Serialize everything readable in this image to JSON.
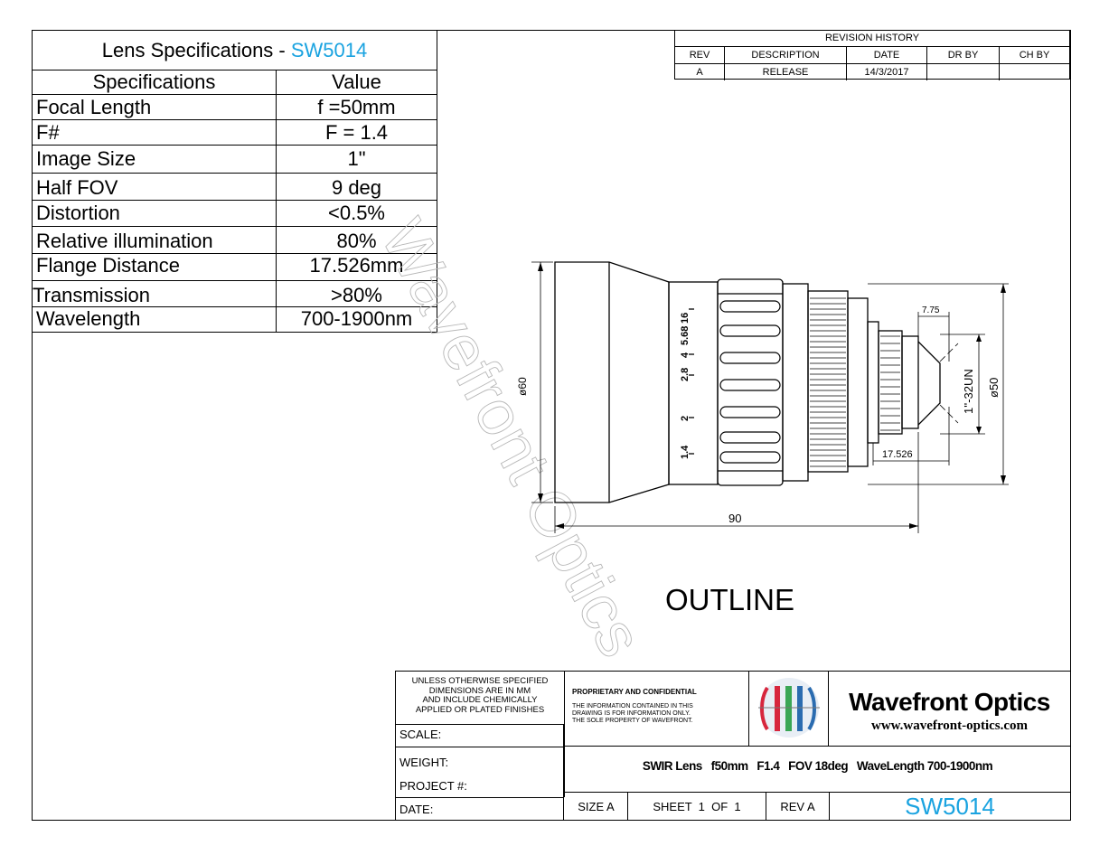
{
  "spec_table": {
    "title_prefix": "Lens Specifications - ",
    "title_code": "SW5014",
    "header_key": "Specifications",
    "header_value": "Value",
    "rows": [
      {
        "k": "Focal Length",
        "v": "f =50mm"
      },
      {
        "k": "F#",
        "v": "F = 1.4"
      },
      {
        "k": "Image Size",
        "v": "1\""
      },
      {
        "k": "Half FOV",
        "v": "9 deg"
      },
      {
        "k": "Distortion",
        "v": "<0.5%"
      },
      {
        "k": "Relative illumination",
        "v": "80%"
      },
      {
        "k": "Flange Distance",
        "v": "17.526mm"
      },
      {
        "k": "Transmission",
        "v": ">80%"
      },
      {
        "k": "Wavelength",
        "v": "700-1900nm"
      }
    ]
  },
  "revision": {
    "caption": "REVISION HISTORY",
    "headers": [
      "REV",
      "DESCRIPTION",
      "DATE",
      "DR BY",
      "CH BY"
    ],
    "row": [
      "A",
      "RELEASE",
      "14/3/2017",
      "",
      ""
    ]
  },
  "drawing": {
    "title": "OUTLINE",
    "watermark": "Wavefront Optics",
    "dims": {
      "overall_dia": "ø60",
      "rear_dia": "ø50",
      "length": "90",
      "flange": "17.526",
      "thread_len": "7.75",
      "thread": "1''-32UN"
    },
    "fstops": [
      "16",
      "5.68",
      "4",
      "2.8",
      "2",
      "1.4"
    ]
  },
  "title_block": {
    "notes": [
      "UNLESS OTHERWISE SPECIFIED",
      "DIMENSIONS ARE IN MM",
      "AND INCLUDE CHEMICALLY",
      "APPLIED OR PLATED FINISHES"
    ],
    "scale": "SCALE:",
    "weight": "WEIGHT:",
    "project": "PROJECT #:",
    "date": "DATE:",
    "prop_title": "PROPRIETARY AND CONFIDENTIAL",
    "prop_text": [
      "THE INFORMATION CONTAINED IN THIS",
      "DRAWING IS FOR INFORMATION ONLY.",
      "THE SOLE PROPERTY OF WAVEFRONT."
    ],
    "company": "Wavefront Optics",
    "website": "www.wavefront-optics.com",
    "description": "SWIR Lens   f50mm   F1.4   FOV 18deg   WaveLength 700-1900nm",
    "size": "SIZE A",
    "sheet": "SHEET  1  OF  1",
    "rev": "REV A",
    "part": "SW5014"
  },
  "colors": {
    "accent": "#1aa3e0",
    "logo_red": "#d7263d",
    "logo_green": "#3aa655",
    "logo_blue": "#2b6cb0"
  }
}
